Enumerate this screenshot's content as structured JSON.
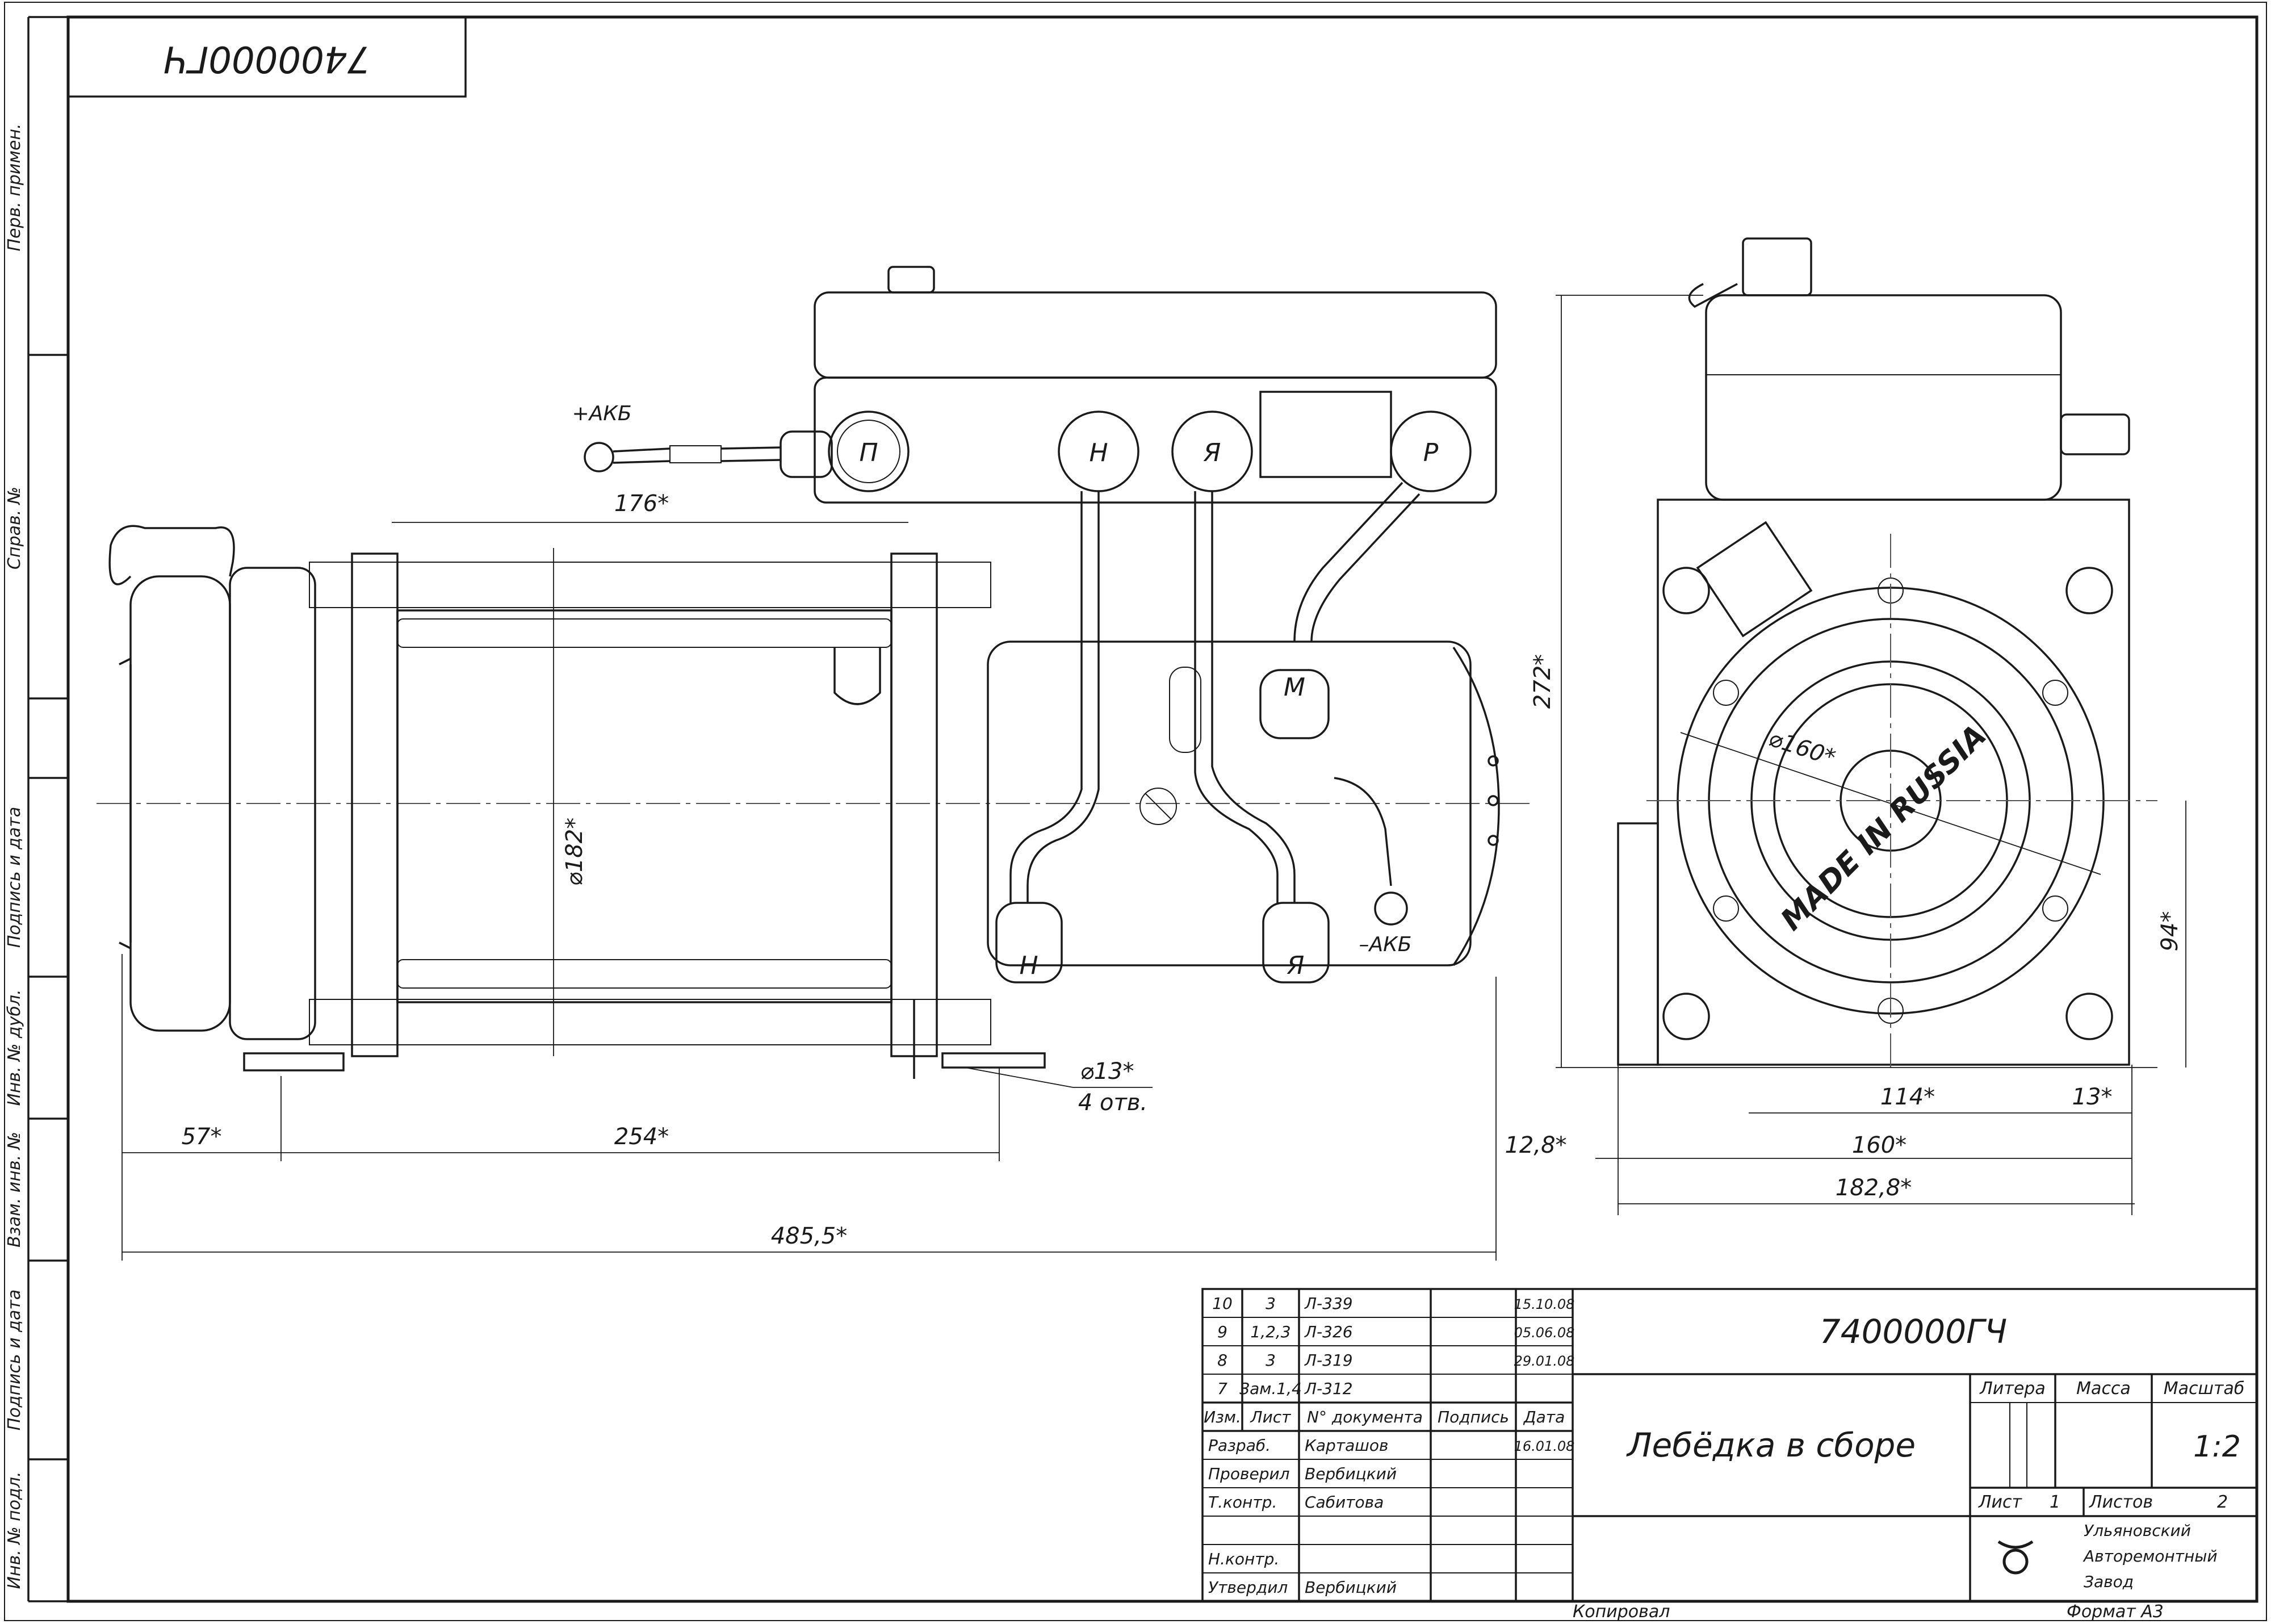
{
  "drawing_code_top": "7400000ГЧ",
  "side_labels": {
    "perv_primen": "Перв. примен.",
    "sprav_no": "Справ. №",
    "podpis_data_1": "Подпись и дата",
    "inv_dubl": "Инв. № дубл.",
    "vzam_inv": "Взам. инв. №",
    "podpis_data_2": "Подпись и дата",
    "inv_podl": "Инв. № подл."
  },
  "annotations": {
    "akb_plus": "+АКБ",
    "akb_minus": "–АКБ",
    "terminal_p": "П",
    "terminal_n": "Н",
    "terminal_ya": "Я",
    "terminal_r": "Р",
    "terminal_m": "М",
    "terminal_n_low": "Н",
    "terminal_ya_low": "Я",
    "made_in": "MADE IN RUSSIA"
  },
  "dimensions": {
    "d176": "176*",
    "d182": "⌀182*",
    "d13": "⌀13*",
    "d13_holes": "4 отв.",
    "d57": "57*",
    "d254": "254*",
    "d485": "485,5*",
    "d272": "272*",
    "d160dia": "⌀160*",
    "d94": "94*",
    "d114": "114*",
    "d13b": "13*",
    "d12_8": "12,8*",
    "d160": "160*",
    "d182_8": "182,8*"
  },
  "title_block": {
    "revisions": [
      {
        "izm": "10",
        "list": "3",
        "doc": "Л-339",
        "sign": "",
        "date": "15.10.08"
      },
      {
        "izm": "9",
        "list": "1,2,3",
        "doc": "Л-326",
        "sign": "",
        "date": "05.06.08"
      },
      {
        "izm": "8",
        "list": "3",
        "doc": "Л-319",
        "sign": "",
        "date": "29.01.08"
      },
      {
        "izm": "7",
        "list": "Зам.1,4",
        "doc": "Л-312",
        "sign": "",
        "date": ""
      }
    ],
    "header": {
      "izm": "Изм.",
      "list": "Лист",
      "doc": "N° документа",
      "sign": "Подпись",
      "date": "Дата"
    },
    "roles": [
      {
        "role": "Разраб.",
        "name": "Карташов",
        "date": "16.01.08"
      },
      {
        "role": "Проверил",
        "name": "Вербицкий",
        "date": ""
      },
      {
        "role": "Т.контр.",
        "name": "Сабитова",
        "date": ""
      },
      {
        "role": "",
        "name": "",
        "date": ""
      },
      {
        "role": "Н.контр.",
        "name": "",
        "date": ""
      },
      {
        "role": "Утвердил",
        "name": "Вербицкий",
        "date": ""
      }
    ],
    "code": "7400000ГЧ",
    "name": "Лебёдка в сборе",
    "litera_label": "Литера",
    "massa_label": "Масса",
    "masshtab_label": "Масштаб",
    "masshtab": "1:2",
    "list_label": "Лист",
    "list_value": "1",
    "listov_label": "Листов",
    "listov_value": "2",
    "org_line1": "Ульяновский",
    "org_line2": "Авторемонтный",
    "org_line3": "Завод",
    "kopiroval": "Копировал",
    "format": "Формат А3"
  }
}
